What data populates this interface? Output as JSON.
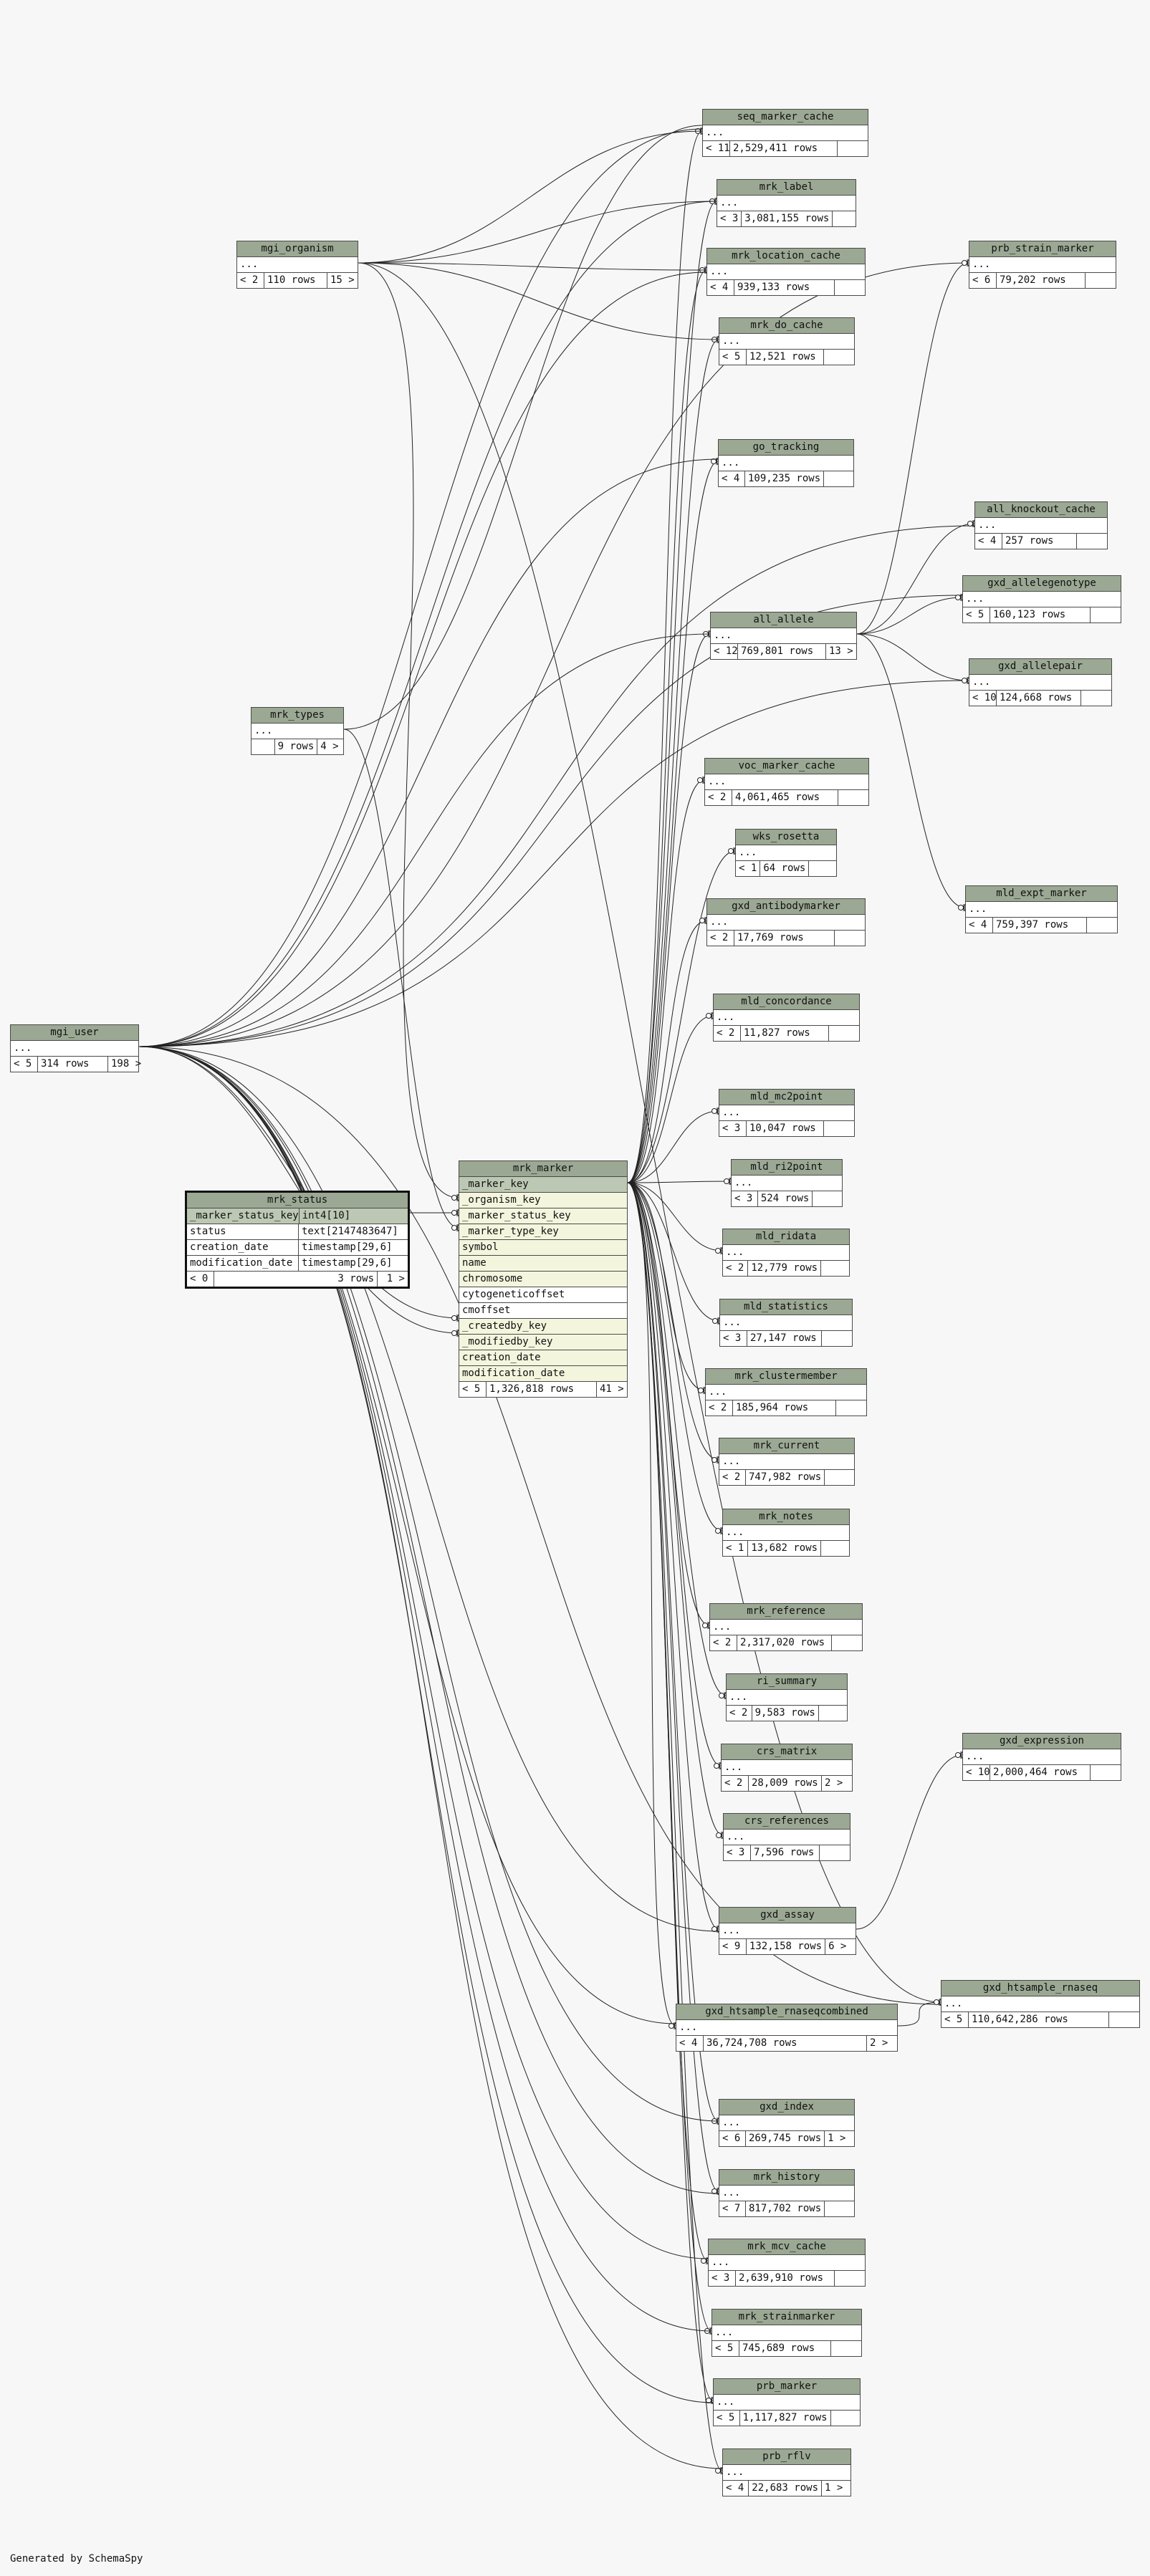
{
  "footer": "Generated by SchemaSpy",
  "focus_table": {
    "name": "mrk_status",
    "columns": [
      {
        "name": "_marker_status_key",
        "type": "int4[10]"
      },
      {
        "name": "status",
        "type": "text[2147483647]"
      },
      {
        "name": "creation_date",
        "type": "timestamp[29,6]"
      },
      {
        "name": "modification_date",
        "type": "timestamp[29,6]"
      }
    ],
    "footer": {
      "left": "< 0",
      "rows": "3 rows",
      "right": "1 >"
    }
  },
  "marker_table": {
    "name": "mrk_marker",
    "columns": [
      "_marker_key",
      "_organism_key",
      "_marker_status_key",
      "_marker_type_key",
      "symbol",
      "name",
      "chromosome",
      "cytogeneticoffset",
      "cmoffset",
      "_createdby_key",
      "_modifiedby_key",
      "creation_date",
      "modification_date"
    ],
    "footer": {
      "left": "< 5",
      "rows": "1,326,818 rows",
      "right": "41 >"
    }
  },
  "tables": [
    {
      "id": "mgi_user",
      "name": "mgi_user",
      "left": "< 5",
      "rows": "314 rows",
      "right": "198 >"
    },
    {
      "id": "mgi_organism",
      "name": "mgi_organism",
      "left": "< 2",
      "rows": "110 rows",
      "right": "15 >"
    },
    {
      "id": "mrk_types",
      "name": "mrk_types",
      "left": "",
      "rows": "9 rows",
      "right": "4 >"
    },
    {
      "id": "seq_marker_cache",
      "name": "seq_marker_cache",
      "left": "< 11",
      "rows": "2,529,411 rows",
      "right": ""
    },
    {
      "id": "mrk_label",
      "name": "mrk_label",
      "left": "< 3",
      "rows": "3,081,155 rows",
      "right": ""
    },
    {
      "id": "mrk_location_cache",
      "name": "mrk_location_cache",
      "left": "< 4",
      "rows": "939,133 rows",
      "right": ""
    },
    {
      "id": "mrk_do_cache",
      "name": "mrk_do_cache",
      "left": "< 5",
      "rows": "12,521 rows",
      "right": ""
    },
    {
      "id": "go_tracking",
      "name": "go_tracking",
      "left": "< 4",
      "rows": "109,235 rows",
      "right": ""
    },
    {
      "id": "all_allele",
      "name": "all_allele",
      "left": "< 12",
      "rows": "769,801 rows",
      "right": "13 >"
    },
    {
      "id": "voc_marker_cache",
      "name": "voc_marker_cache",
      "left": "< 2",
      "rows": "4,061,465 rows",
      "right": ""
    },
    {
      "id": "wks_rosetta",
      "name": "wks_rosetta",
      "left": "< 1",
      "rows": "64 rows",
      "right": ""
    },
    {
      "id": "gxd_antibodymarker",
      "name": "gxd_antibodymarker",
      "left": "< 2",
      "rows": "17,769 rows",
      "right": ""
    },
    {
      "id": "mld_concordance",
      "name": "mld_concordance",
      "left": "< 2",
      "rows": "11,827 rows",
      "right": ""
    },
    {
      "id": "mld_mc2point",
      "name": "mld_mc2point",
      "left": "< 3",
      "rows": "10,047 rows",
      "right": ""
    },
    {
      "id": "mld_ri2point",
      "name": "mld_ri2point",
      "left": "< 3",
      "rows": "524 rows",
      "right": ""
    },
    {
      "id": "mld_ridata",
      "name": "mld_ridata",
      "left": "< 2",
      "rows": "12,779 rows",
      "right": ""
    },
    {
      "id": "mld_statistics",
      "name": "mld_statistics",
      "left": "< 3",
      "rows": "27,147 rows",
      "right": ""
    },
    {
      "id": "mrk_clustermember",
      "name": "mrk_clustermember",
      "left": "< 2",
      "rows": "185,964 rows",
      "right": ""
    },
    {
      "id": "mrk_current",
      "name": "mrk_current",
      "left": "< 2",
      "rows": "747,982 rows",
      "right": ""
    },
    {
      "id": "mrk_notes",
      "name": "mrk_notes",
      "left": "< 1",
      "rows": "13,682 rows",
      "right": ""
    },
    {
      "id": "mrk_reference",
      "name": "mrk_reference",
      "left": "< 2",
      "rows": "2,317,020 rows",
      "right": ""
    },
    {
      "id": "ri_summary",
      "name": "ri_summary",
      "left": "< 2",
      "rows": "9,583 rows",
      "right": ""
    },
    {
      "id": "crs_matrix",
      "name": "crs_matrix",
      "left": "< 2",
      "rows": "28,009 rows",
      "right": "2 >"
    },
    {
      "id": "crs_references",
      "name": "crs_references",
      "left": "< 3",
      "rows": "7,596 rows",
      "right": ""
    },
    {
      "id": "gxd_assay",
      "name": "gxd_assay",
      "left": "< 9",
      "rows": "132,158 rows",
      "right": "6 >"
    },
    {
      "id": "gxd_htsample_rnaseqcombined",
      "name": "gxd_htsample_rnaseqcombined",
      "left": "< 4",
      "rows": "36,724,708 rows",
      "right": "2 >"
    },
    {
      "id": "gxd_index",
      "name": "gxd_index",
      "left": "< 6",
      "rows": "269,745 rows",
      "right": "1 >"
    },
    {
      "id": "mrk_history",
      "name": "mrk_history",
      "left": "< 7",
      "rows": "817,702 rows",
      "right": ""
    },
    {
      "id": "mrk_mcv_cache",
      "name": "mrk_mcv_cache",
      "left": "< 3",
      "rows": "2,639,910 rows",
      "right": ""
    },
    {
      "id": "mrk_strainmarker",
      "name": "mrk_strainmarker",
      "left": "< 5",
      "rows": "745,689 rows",
      "right": ""
    },
    {
      "id": "prb_marker",
      "name": "prb_marker",
      "left": "< 5",
      "rows": "1,117,827 rows",
      "right": ""
    },
    {
      "id": "prb_rflv",
      "name": "prb_rflv",
      "left": "< 4",
      "rows": "22,683 rows",
      "right": "1 >"
    },
    {
      "id": "prb_strain_marker",
      "name": "prb_strain_marker",
      "left": "< 6",
      "rows": "79,202 rows",
      "right": ""
    },
    {
      "id": "all_knockout_cache",
      "name": "all_knockout_cache",
      "left": "< 4",
      "rows": "257 rows",
      "right": ""
    },
    {
      "id": "gxd_allelegenotype",
      "name": "gxd_allelegenotype",
      "left": "< 5",
      "rows": "160,123 rows",
      "right": ""
    },
    {
      "id": "gxd_allelepair",
      "name": "gxd_allelepair",
      "left": "< 10",
      "rows": "124,668 rows",
      "right": ""
    },
    {
      "id": "mld_expt_marker",
      "name": "mld_expt_marker",
      "left": "< 4",
      "rows": "759,397 rows",
      "right": ""
    },
    {
      "id": "gxd_expression",
      "name": "gxd_expression",
      "left": "< 10",
      "rows": "2,000,464 rows",
      "right": ""
    },
    {
      "id": "gxd_htsample_rnaseq",
      "name": "gxd_htsample_rnaseq",
      "left": "< 5",
      "rows": "110,642,286 rows",
      "right": ""
    }
  ],
  "ellipsis": "...",
  "colors": {
    "header": "#9ba893",
    "pk": "#bcc8b3",
    "fk": "#f3f5dd",
    "background": "#f7f7f7"
  }
}
